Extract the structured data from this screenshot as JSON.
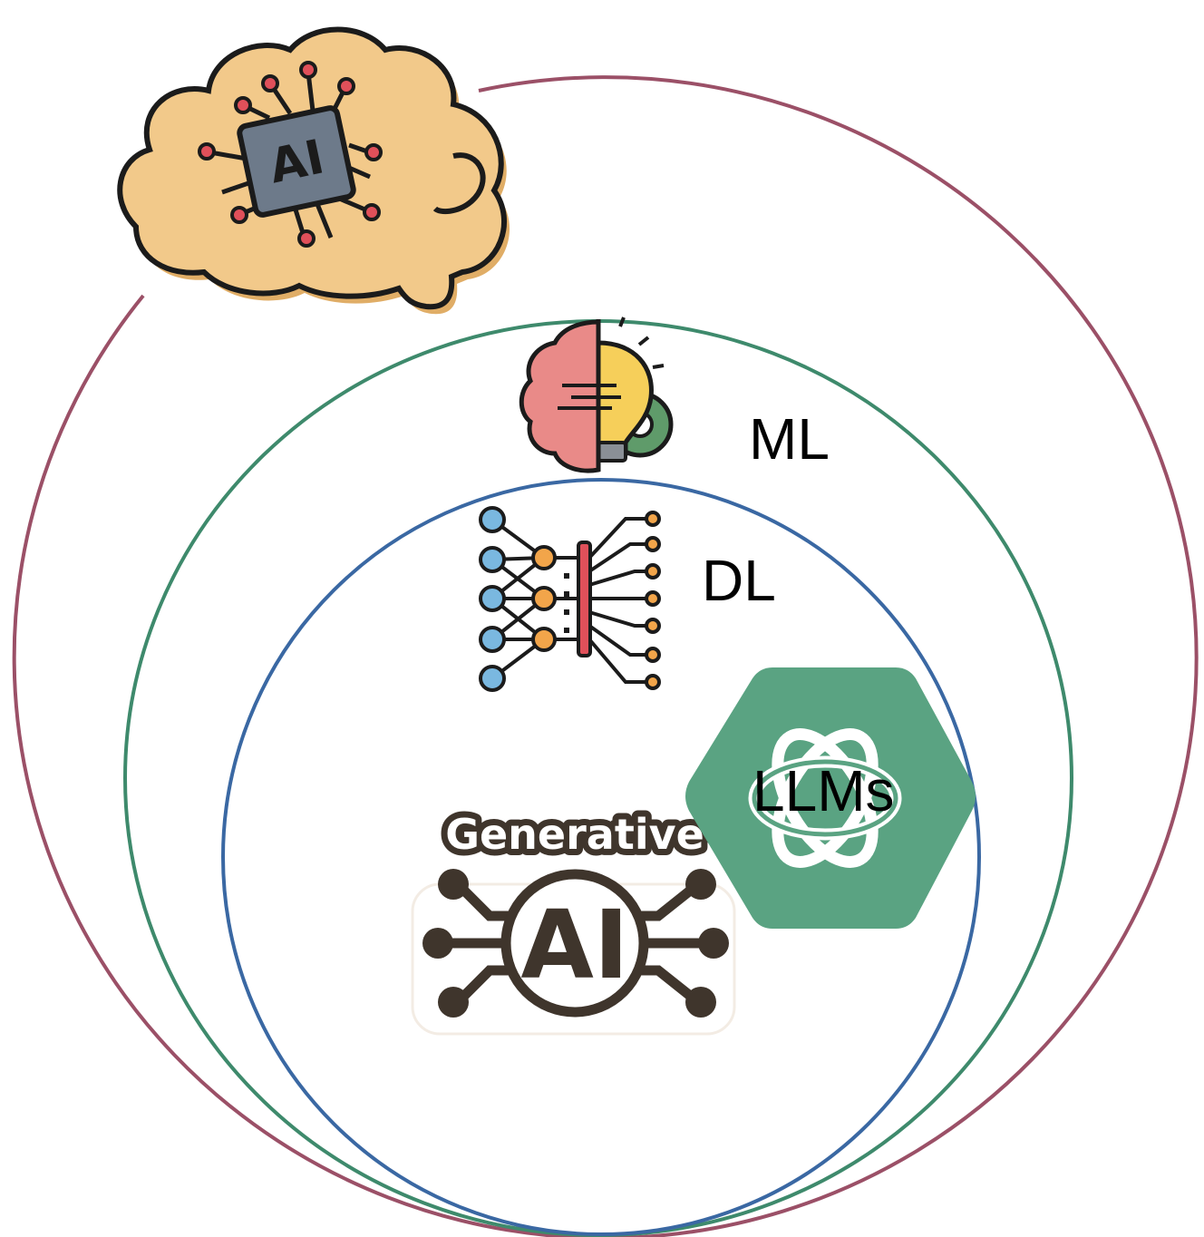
{
  "colors": {
    "ai_circle": "#9b5067",
    "ml_circle": "#3e8a6c",
    "dl_circle": "#3a68a3",
    "brain_fill": "#f2c98a",
    "brain_shadow": "#e0ad66",
    "chip_fill": "#6d7a8a",
    "outline": "#1b1b1b",
    "node_red": "#e0505a",
    "ml_brain_pink": "#e98a88",
    "ml_bulb_yellow": "#f6cf5a",
    "ml_gear_green": "#5f9b6a",
    "dl_node_blue": "#7ab8e0",
    "dl_node_orange": "#f2a54a",
    "dl_bar_red": "#e0505a",
    "genai_brown": "#3f352c",
    "llm_hex_green": "#5aa382",
    "llm_knot_white": "#ffffff"
  },
  "icons": {
    "ai": "ai-brain-chip-icon",
    "ml": "brain-lightbulb-gear-icon",
    "dl": "neural-network-icon",
    "genai": "generative-ai-circuit-icon",
    "llm": "openai-knot-icon"
  },
  "diagram": {
    "ai_icon_text": "AI",
    "ml_label": "ML",
    "dl_label": "DL",
    "llm_label": "LLMs",
    "genai_word": "Generative",
    "genai_letters": "AI"
  }
}
